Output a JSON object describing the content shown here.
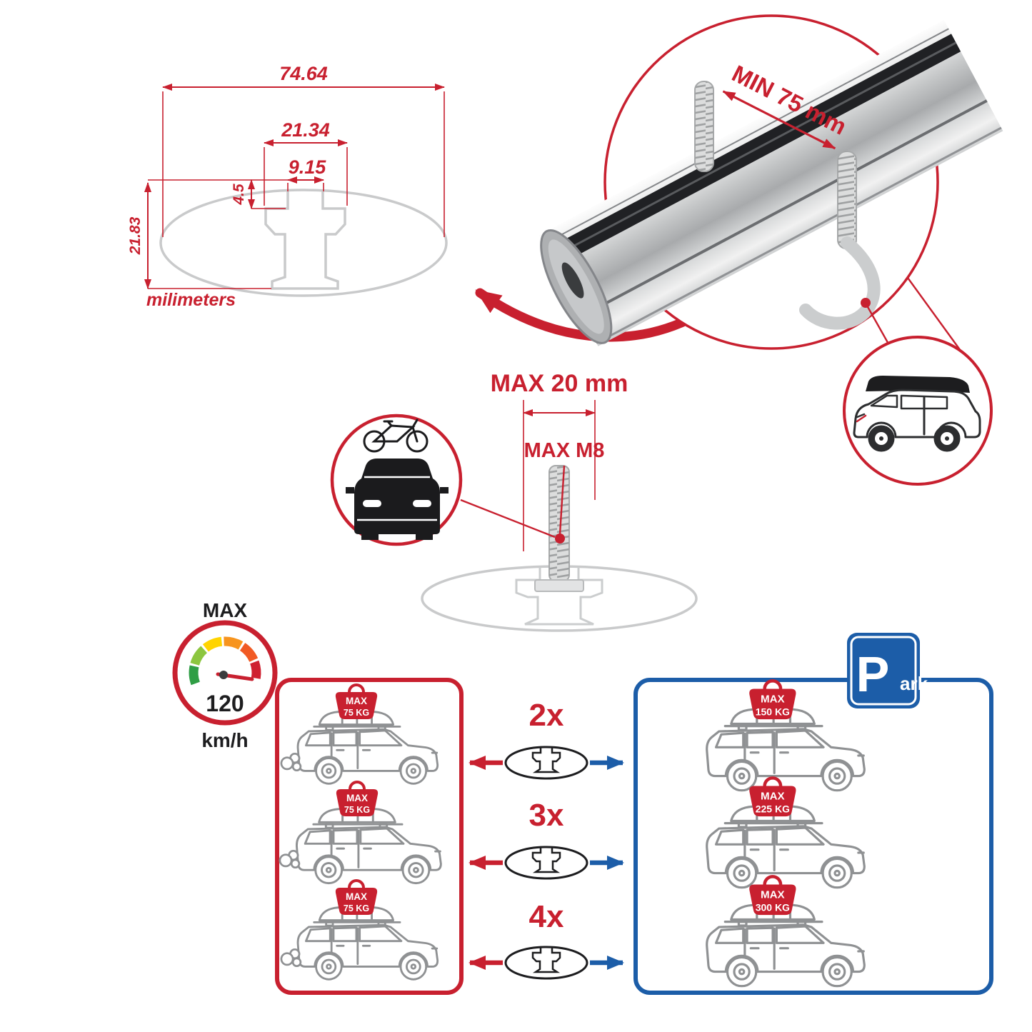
{
  "colors": {
    "accent_red": "#c8202f",
    "accent_blue": "#1c5da8",
    "ghost_gray": "#c9cacb",
    "car_line_gray": "#8f9193",
    "black": "#1d1d1f"
  },
  "cross_section": {
    "total_width": "74.64",
    "channel_width": "21.34",
    "slot_width": "9.15",
    "lip_depth": "4.5",
    "total_height": "21.83",
    "units_label": "milimeters"
  },
  "clamp_detail": {
    "min_distance_label": "MIN 75 mm"
  },
  "bolt_detail": {
    "max_length_label": "MAX 20 mm",
    "max_thread_label": "MAX M8"
  },
  "speed_badge": {
    "title": "MAX",
    "value": "120",
    "unit": "km/h"
  },
  "park_sign": {
    "letter": "P",
    "suffix": "ark"
  },
  "crossbar_options": [
    {
      "label": "2x"
    },
    {
      "label": "3x"
    },
    {
      "label": "4x"
    }
  ],
  "driving_panel": {
    "cars": [
      {
        "tag_title": "MAX",
        "tag_weight": "75 KG"
      },
      {
        "tag_title": "MAX",
        "tag_weight": "75 KG"
      },
      {
        "tag_title": "MAX",
        "tag_weight": "75 KG"
      }
    ]
  },
  "parked_panel": {
    "cars": [
      {
        "tag_title": "MAX",
        "tag_weight": "150 KG"
      },
      {
        "tag_title": "MAX",
        "tag_weight": "225 KG"
      },
      {
        "tag_title": "MAX",
        "tag_weight": "300 KG"
      }
    ]
  }
}
